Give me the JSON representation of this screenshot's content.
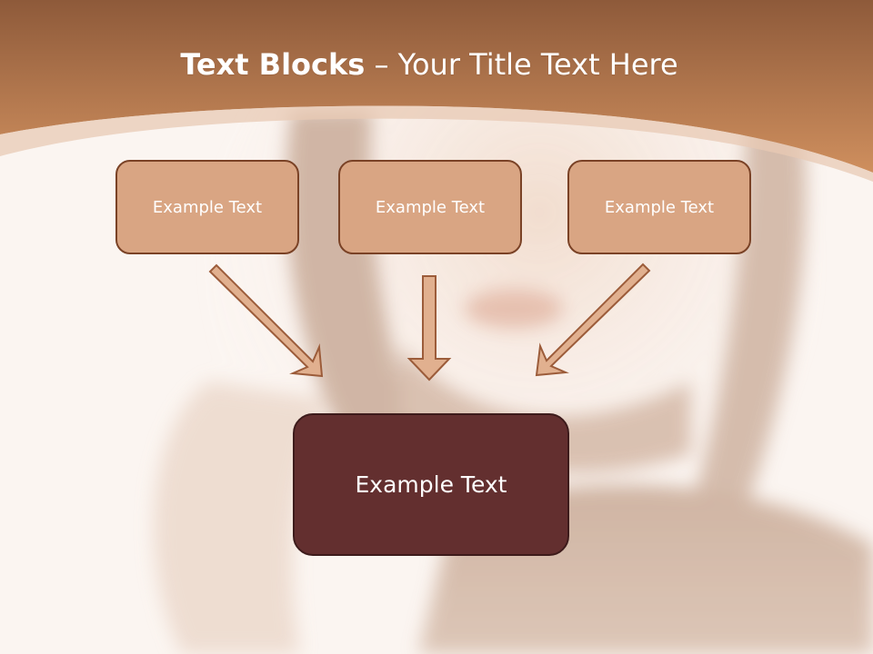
{
  "slide": {
    "title_bold": "Text Blocks",
    "title_dash": " – ",
    "title_rest": "Your Title Text Here"
  },
  "diagram": {
    "top_boxes": [
      {
        "label": "Example Text"
      },
      {
        "label": "Example Text"
      },
      {
        "label": "Example Text"
      }
    ],
    "main_box": {
      "label": "Example Text"
    }
  },
  "colors": {
    "header_gradient_top": "#8e5a3a",
    "header_gradient_bottom": "#cf8f5e",
    "small_box_fill": "#d9a583",
    "small_box_border": "#7a4226",
    "main_box_fill": "#632f2f",
    "arrow_fill": "#e1b08f",
    "arrow_stroke": "#9c5c3a",
    "background": "#fbf5f1"
  }
}
